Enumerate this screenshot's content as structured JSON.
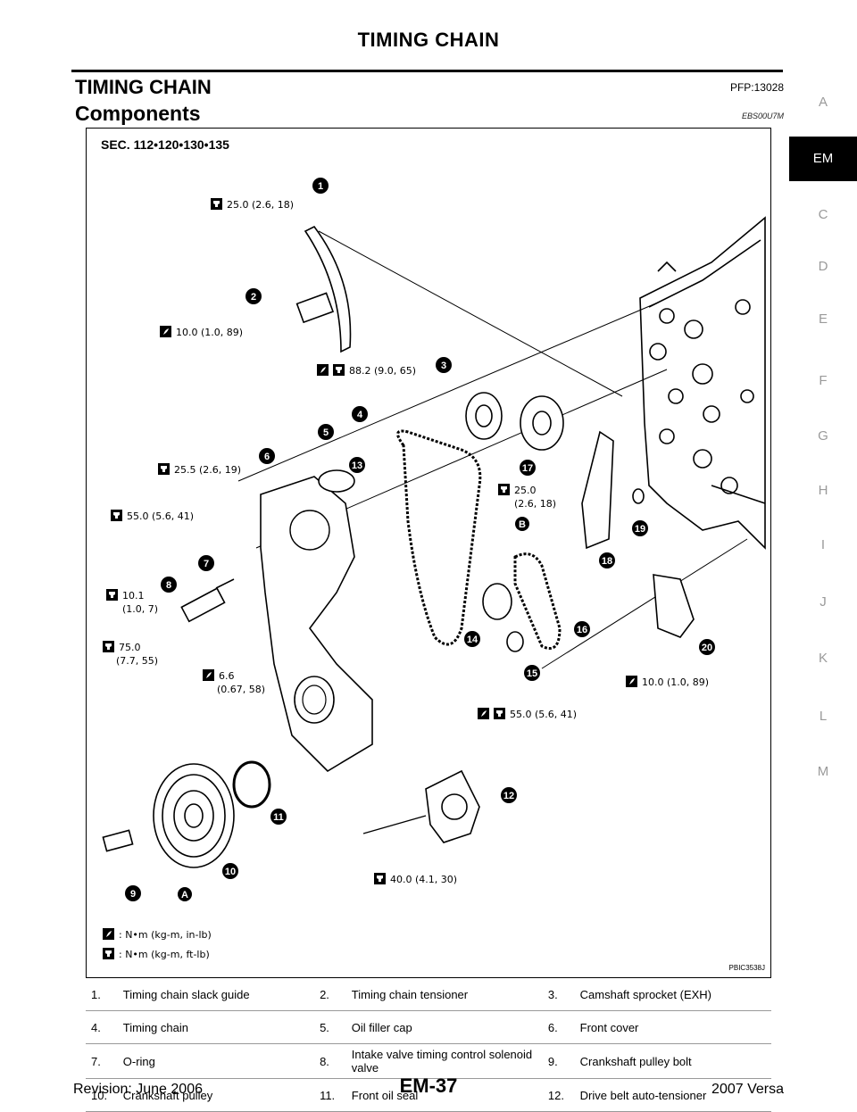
{
  "header": {
    "title": "TIMING CHAIN"
  },
  "section": {
    "title": "TIMING CHAIN",
    "code": "PFP:13028"
  },
  "subsection": {
    "title": "Components",
    "code": "EBS00U7M"
  },
  "side_tabs": [
    "A",
    "EM",
    "C",
    "D",
    "E",
    "F",
    "G",
    "H",
    "I",
    "J",
    "K",
    "L",
    "M"
  ],
  "active_tab": "EM",
  "figure": {
    "sec": "SEC. 112•120•130•135",
    "image_code": "PBIC3538J",
    "torque_labels": [
      "25.0 (2.6, 18)",
      "10.0 (1.0, 89)",
      "88.2 (9.0, 65)",
      "25.5 (2.6, 19)",
      "55.0 (5.6, 41)",
      "10.1",
      "(1.0, 7)",
      "75.0",
      "(7.7, 55)",
      "6.6",
      "(0.67, 58)",
      "25.0",
      "(2.6, 18)",
      "10.0 (1.0, 89)",
      "55.0 (5.6, 41)",
      "40.0 (4.1, 30)"
    ],
    "legend": [
      ": N•m (kg-m, in-lb)",
      ": N•m (kg-m, ft-lb)"
    ],
    "callouts": [
      "1",
      "2",
      "3",
      "4",
      "5",
      "6",
      "7",
      "8",
      "9",
      "10",
      "11",
      "12",
      "13",
      "14",
      "15",
      "16",
      "17",
      "18",
      "19",
      "20"
    ],
    "markers": [
      "A",
      "B"
    ]
  },
  "parts": [
    [
      "1.",
      "Timing chain slack guide",
      "2.",
      "Timing chain tensioner",
      "3.",
      "Camshaft sprocket (EXH)"
    ],
    [
      "4.",
      "Timing chain",
      "5.",
      "Oil filler cap",
      "6.",
      "Front cover"
    ],
    [
      "7.",
      "O-ring",
      "8.",
      "Intake valve timing control solenoid valve",
      "9.",
      "Crankshaft pulley bolt"
    ],
    [
      "10.",
      "Crankshaft pulley",
      "11.",
      "Front oil seal",
      "12.",
      "Drive belt auto-tensioner"
    ]
  ],
  "footer": {
    "left": "Revision: June 2006",
    "center": "EM-37",
    "right": "2007 Versa"
  }
}
